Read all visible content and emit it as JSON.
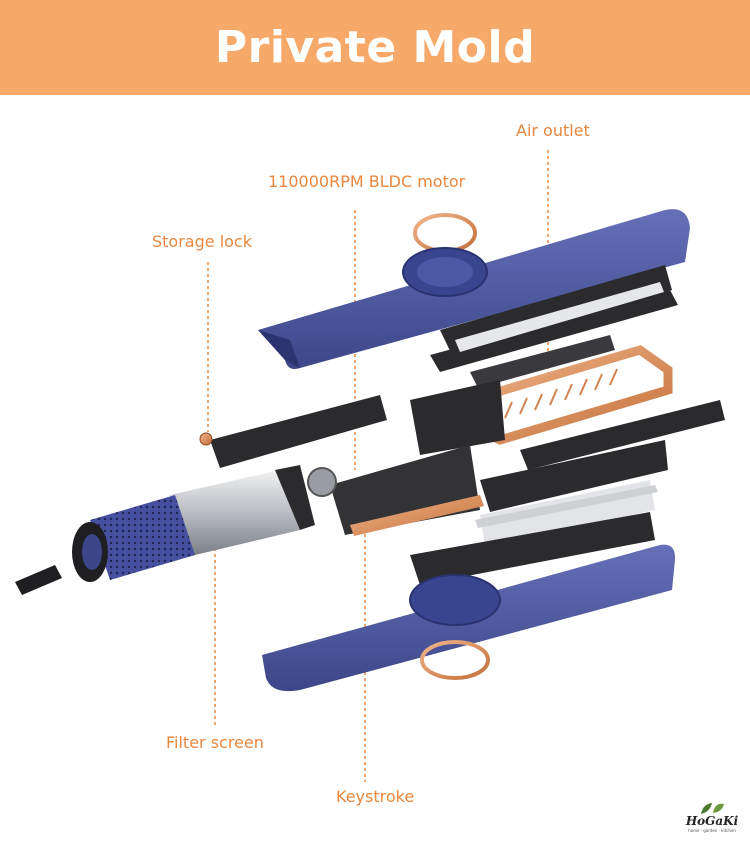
{
  "header": {
    "title": "Private Mold"
  },
  "callouts": {
    "air_outlet": "Air outlet",
    "motor": "110000RPM BLDC motor",
    "storage_lock": "Storage lock",
    "filter_screen": "Filter screen",
    "keystroke": "Keystroke"
  },
  "colors": {
    "banner": "#f7a96a",
    "callout": "#e8873f",
    "housing": "#4a55a0",
    "copper": "#d98a55",
    "plastic": "#2b2b2e"
  },
  "brand": {
    "name": "HoGaKi",
    "tagline": "home · garden · kitchen"
  }
}
